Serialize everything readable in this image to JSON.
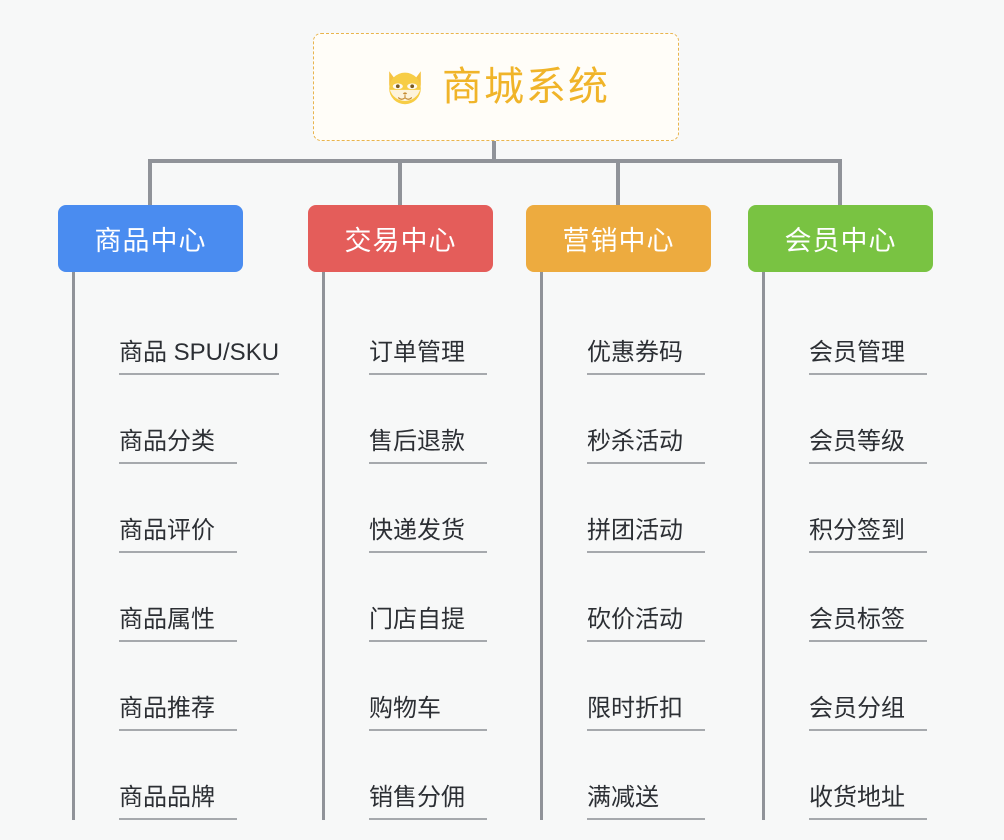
{
  "canvas": {
    "background": "#f7f8f8",
    "connector_color": "#909399"
  },
  "root": {
    "title": "商城系统",
    "icon": "dog-face-emoji",
    "text_color": "#f0b429",
    "border_color": "#e9b44c",
    "background": "#fffdf8"
  },
  "branches": [
    {
      "label": "商品中心",
      "color": "#4a8cf0",
      "items": [
        "商品 SPU/SKU",
        "商品分类",
        "商品评价",
        "商品属性",
        "商品推荐",
        "商品品牌"
      ]
    },
    {
      "label": "交易中心",
      "color": "#e45d5a",
      "items": [
        "订单管理",
        "售后退款",
        "快递发货",
        "门店自提",
        "购物车",
        "销售分佣"
      ]
    },
    {
      "label": "营销中心",
      "color": "#edab3f",
      "items": [
        "优惠券码",
        "秒杀活动",
        "拼团活动",
        "砍价活动",
        "限时折扣",
        "满减送"
      ]
    },
    {
      "label": "会员中心",
      "color": "#79c342",
      "items": [
        "会员管理",
        "会员等级",
        "积分签到",
        "会员标签",
        "会员分组",
        "收货地址"
      ]
    }
  ]
}
